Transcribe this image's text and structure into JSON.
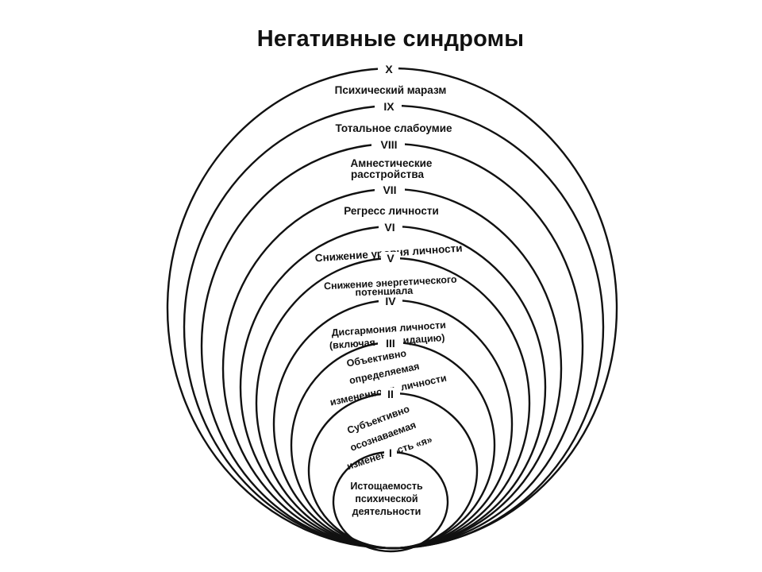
{
  "title": "Негативные синдромы",
  "levels": [
    {
      "numeral": "X",
      "lines": [
        "Психический маразм"
      ]
    },
    {
      "numeral": "IX",
      "lines": [
        "Тотальное слабоумие"
      ]
    },
    {
      "numeral": "VIII",
      "lines": [
        "Амнестические",
        "расстройства"
      ]
    },
    {
      "numeral": "VII",
      "lines": [
        "Регресс личности"
      ]
    },
    {
      "numeral": "VI",
      "lines": [
        "Снижение уровня личности"
      ]
    },
    {
      "numeral": "V",
      "lines": [
        "Снижение энергетического",
        "потенциала"
      ]
    },
    {
      "numeral": "IV",
      "lines": [
        "Дисгармония личности",
        "(включая шизоидацию)"
      ]
    },
    {
      "numeral": "III",
      "lines": [
        "Объективно",
        "определяемая",
        "измененность личности"
      ]
    },
    {
      "numeral": "II",
      "lines": [
        "Субъективно",
        "осознаваемая",
        "измененность «я»"
      ]
    },
    {
      "numeral": "I",
      "lines": [
        "Истощаемость",
        "психической",
        "деятельности"
      ]
    }
  ]
}
